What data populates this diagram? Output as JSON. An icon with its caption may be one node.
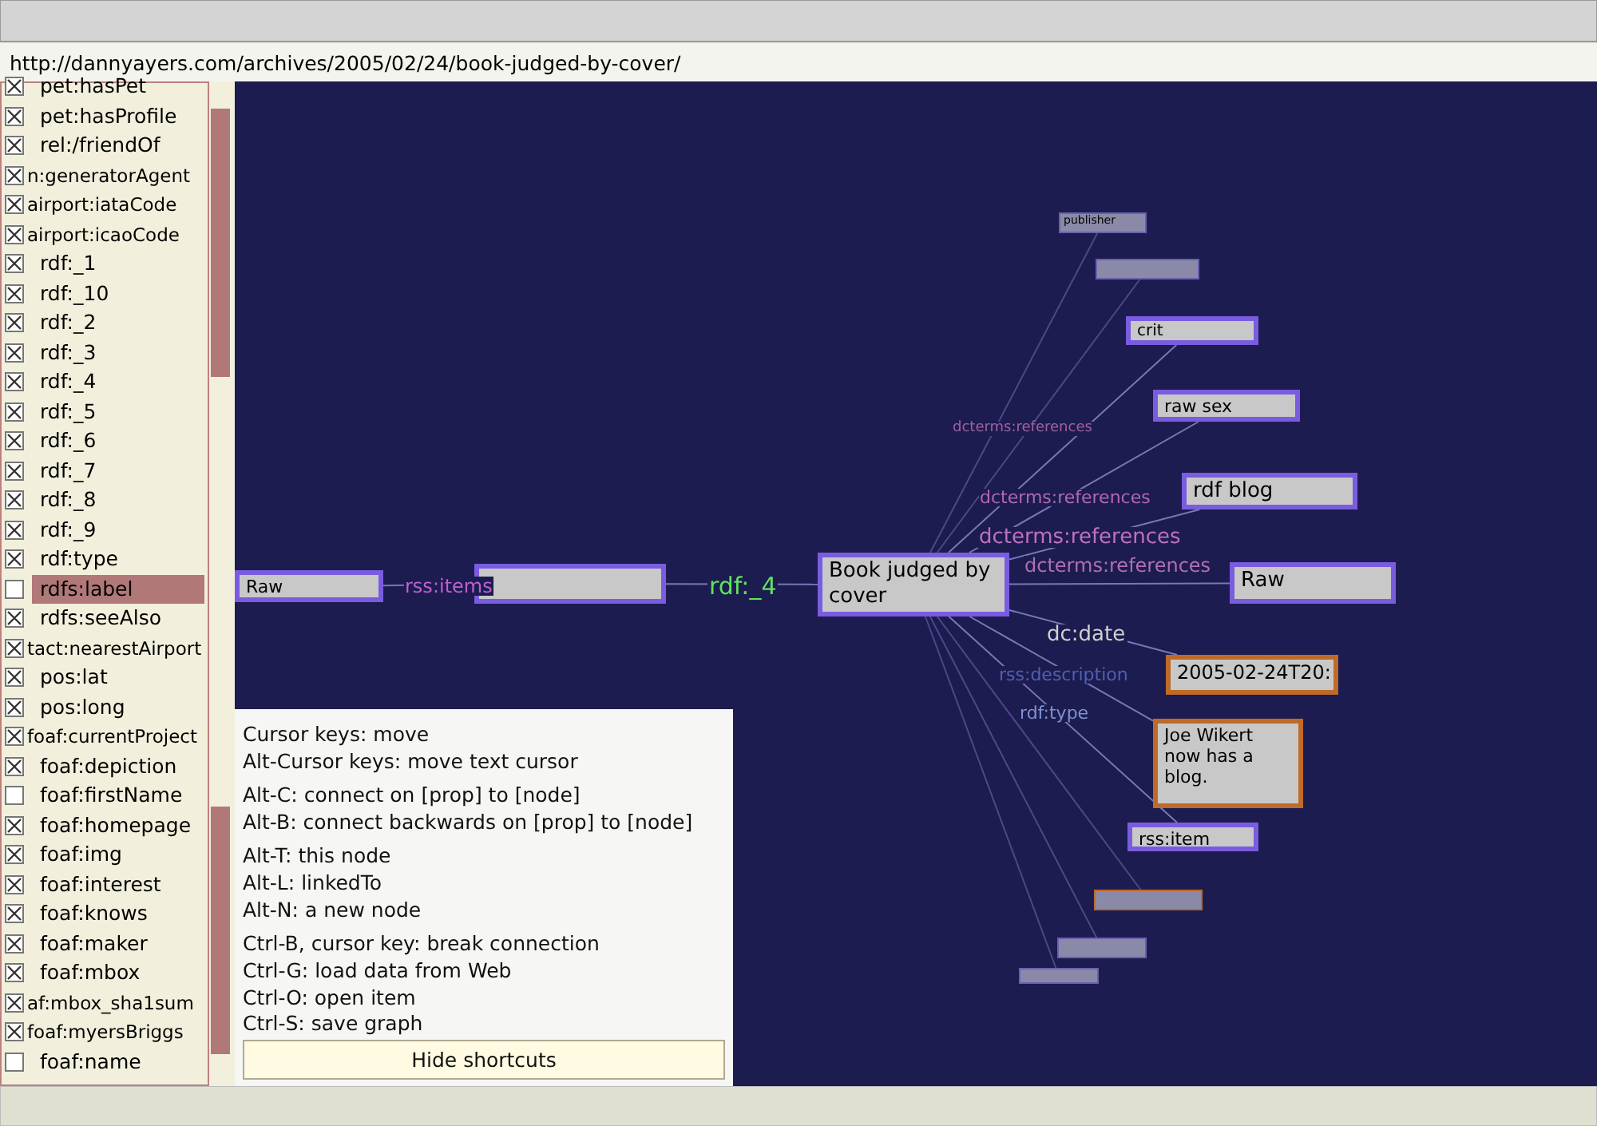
{
  "diagram": {
    "nodes": [
      {
        "text": [
          "Raw"
        ]
      },
      {
        "text": [],
        "shape": "box"
      },
      {
        "text": [
          "Book judged by cover"
        ]
      },
      {
        "text": [
          "publisher"
        ]
      },
      {
        "text": [],
        "shape": "box"
      },
      {
        "text": [
          "crit"
        ]
      },
      {
        "text": [
          "raw sex"
        ]
      },
      {
        "text": [
          "rdf blog"
        ]
      },
      {
        "text": [
          "Raw"
        ]
      },
      {
        "text": [
          "2005-02-24T20:"
        ]
      },
      {
        "text": [
          "Joe Wikert now has a blog."
        ]
      },
      {
        "text": [
          "rss:item"
        ]
      },
      {
        "text": [],
        "shape": "box"
      },
      {
        "text": [],
        "shape": "box"
      },
      {
        "text": [],
        "shape": "box"
      }
    ],
    "edges": [
      {
        "from": 0,
        "to": 1,
        "arrow": "none",
        "label": "rss:items"
      },
      {
        "from": 1,
        "to": 2,
        "arrow": "none",
        "label": "rdf:_4"
      },
      {
        "from": 2,
        "to": 3,
        "arrow": "none"
      },
      {
        "from": 2,
        "to": 4,
        "arrow": "none"
      },
      {
        "from": 2,
        "to": 5,
        "arrow": "none",
        "label": "dcterms:references"
      },
      {
        "from": 2,
        "to": 6,
        "arrow": "none",
        "label": "dcterms:references"
      },
      {
        "from": 2,
        "to": 7,
        "arrow": "none",
        "label": "dcterms:references"
      },
      {
        "from": 2,
        "to": 8,
        "arrow": "none",
        "label": "dcterms:references"
      },
      {
        "from": 2,
        "to": 9,
        "arrow": "none",
        "label": "dc:date"
      },
      {
        "from": 2,
        "to": 10,
        "arrow": "none",
        "label": "rss:description"
      },
      {
        "from": 2,
        "to": 11,
        "arrow": "none",
        "label": "rdf:type"
      },
      {
        "from": 2,
        "to": 12,
        "arrow": "none"
      },
      {
        "from": 2,
        "to": 13,
        "arrow": "none"
      },
      {
        "from": 2,
        "to": 14,
        "arrow": "none"
      }
    ],
    "labels": [
      "http://dannyayers.com/archives/2005/02/24/book-judged-by-cover/",
      "pet:hasPet",
      "pet:hasProfile",
      "rel:/friendOf",
      "n:generatorAgent",
      "airport:iataCode",
      "airport:icaoCode",
      "rdf:_1",
      "rdf:_10",
      "rdf:_2",
      "rdf:_3",
      "rdf:_4",
      "rdf:_5",
      "rdf:_6",
      "rdf:_7",
      "rdf:_8",
      "rdf:_9",
      "rdf:type",
      "rdfs:label",
      "rdfs:seeAlso",
      "tact:nearestAirport",
      "pos:lat",
      "pos:long",
      "foaf:currentProject",
      "foaf:depiction",
      "foaf:firstName",
      "foaf:homepage",
      "foaf:img",
      "foaf:interest",
      "foaf:knows",
      "foaf:maker",
      "foaf:mbox",
      "af:mbox_sha1sum",
      "foaf:myersBriggs",
      "foaf:name",
      "Cursor keys: move",
      "Alt-Cursor keys: move text cursor",
      "Alt-C: connect on [prop] to [node]",
      "Alt-B: connect backwards on [prop] to [node]",
      "Alt-T: this node",
      "Alt-L: linkedTo",
      "Alt-N: a new node",
      "Ctrl-B, cursor key: break connection",
      "Ctrl-G: load data from Web",
      "Ctrl-O: open item",
      "Ctrl-S: save graph",
      "Hide shortcuts"
    ]
  }
}
